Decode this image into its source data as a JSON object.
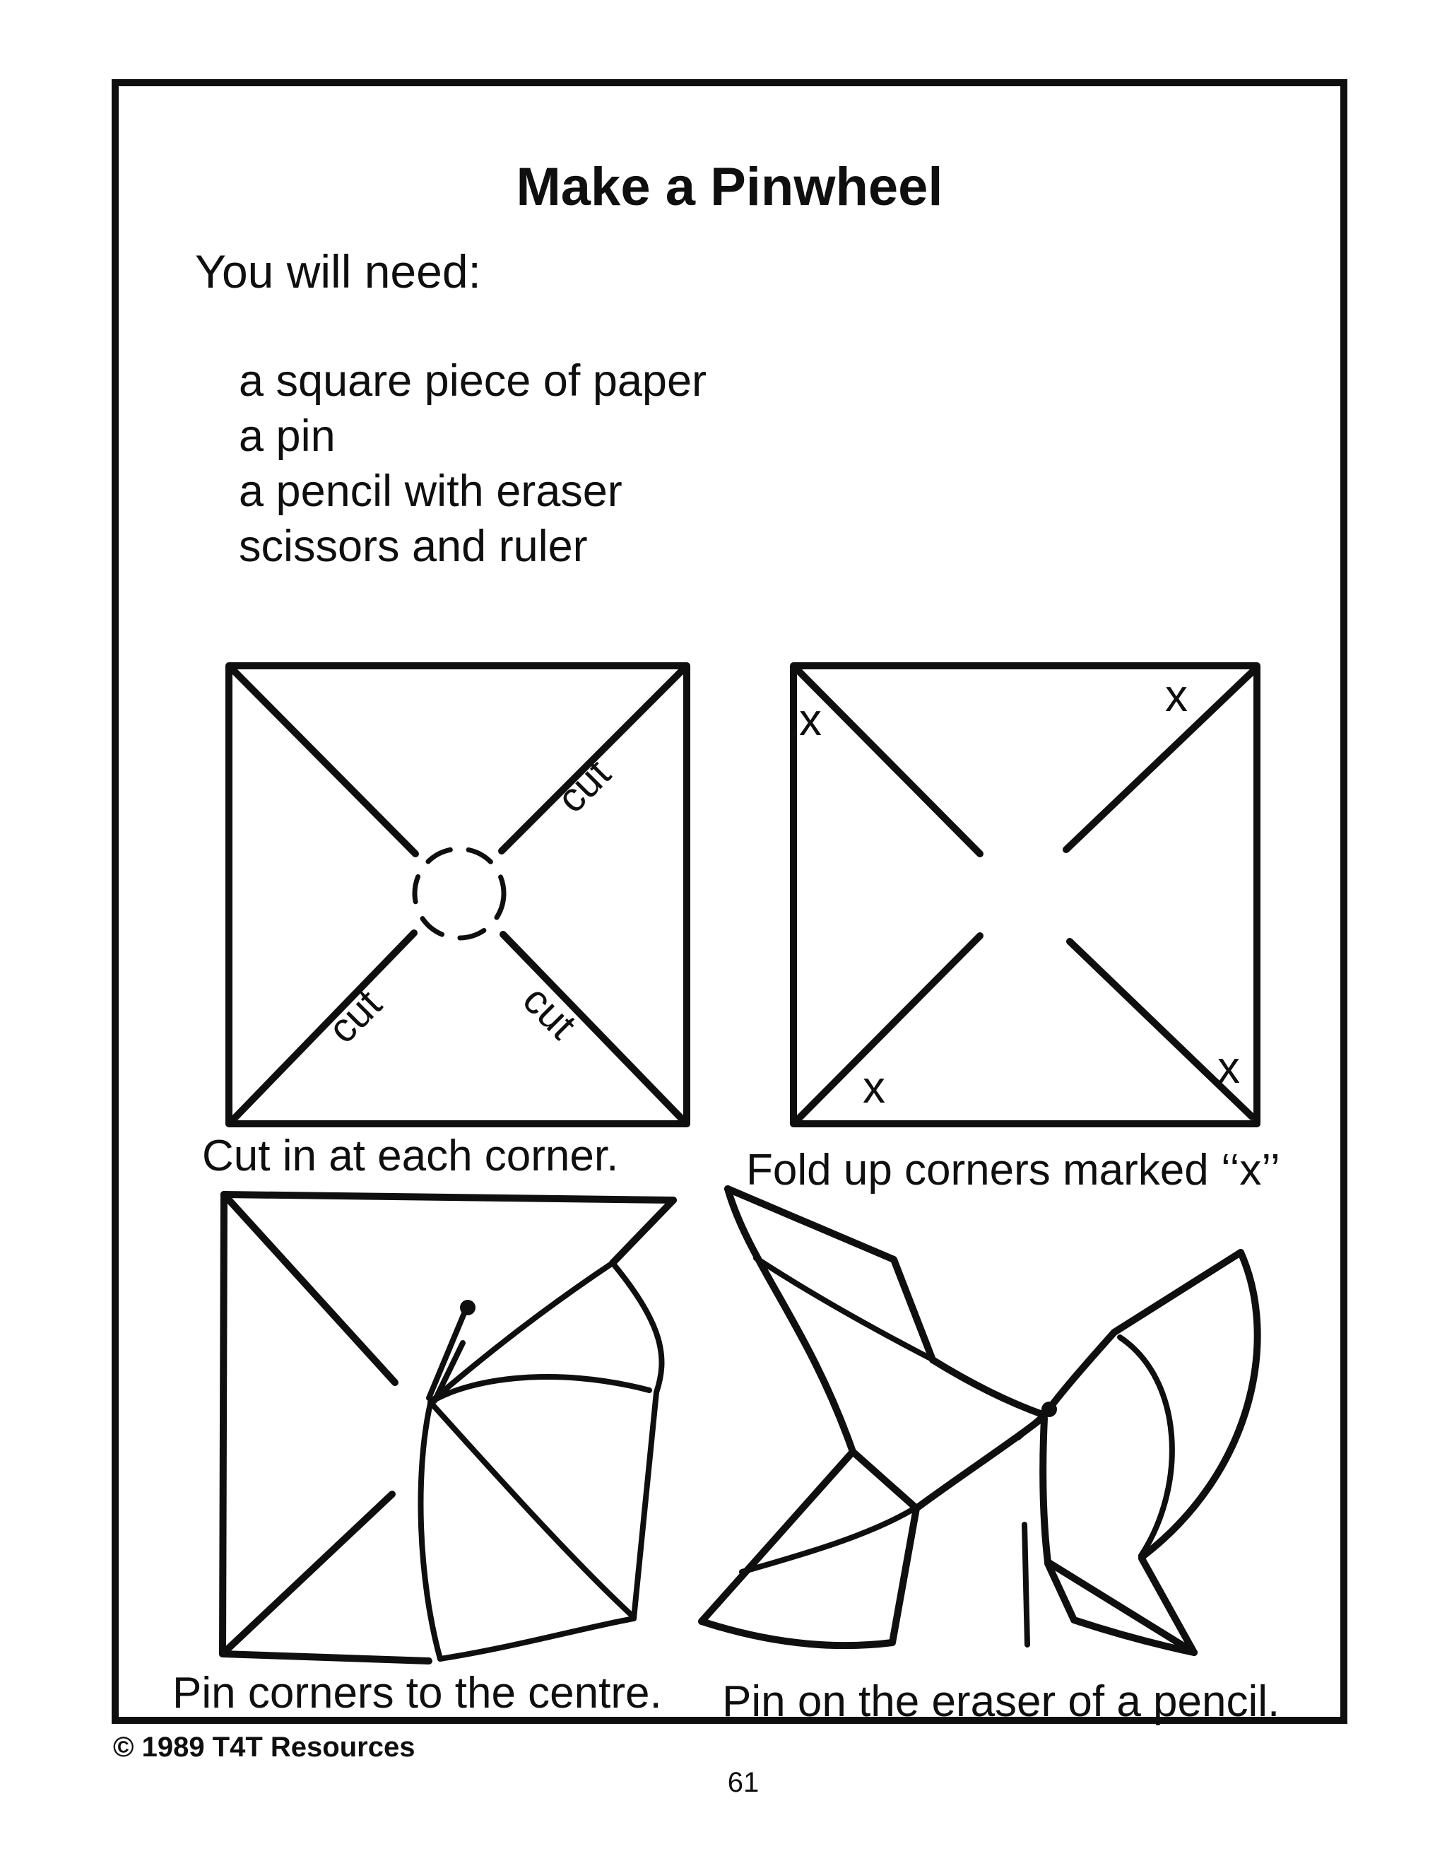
{
  "page": {
    "title": "Make a Pinwheel",
    "materials_heading": "You will need:",
    "materials": [
      "a square piece of paper",
      "a pin",
      "a pencil with eraser",
      "scissors and ruler"
    ],
    "figures": [
      {
        "id": "cut-square",
        "caption": "Cut in at each corner.",
        "cut_labels": [
          "cut",
          "cut",
          "cut"
        ]
      },
      {
        "id": "fold-square",
        "caption": "Fold up corners marked ‘‘x’’",
        "x_marks": [
          "x",
          "x",
          "x",
          "x"
        ]
      },
      {
        "id": "pin-to-centre",
        "caption": "Pin corners to the centre."
      },
      {
        "id": "pin-on-pencil",
        "caption": "Pin on the eraser of a pencil."
      }
    ],
    "copyright": "© 1989 T4T Resources",
    "page_number": "61"
  },
  "colors": {
    "ink": "#0f0f0f",
    "paper": "#ffffff"
  }
}
